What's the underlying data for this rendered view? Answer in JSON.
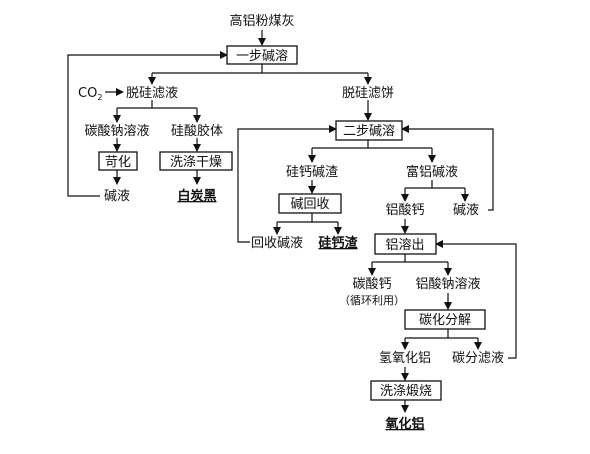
{
  "nodes": {
    "start": "高铝粉煤灰",
    "step1": "一步碱溶",
    "co2": "CO",
    "co2_sub": "2",
    "desilica_liquor": "脱硅滤液",
    "desilica_cake": "脱硅滤饼",
    "sodium_carbonate_solution": "碳酸钠溶液",
    "silicic_gel": "硅酸胶体",
    "causticize": "苛化",
    "wash_dry": "洗涤干燥",
    "alkali_liquor_1": "碱液",
    "white_carbon_black": "白炭黑",
    "step2": "二步碱溶",
    "ca_silicate_residue": "硅钙碱渣",
    "al_rich_liquor": "富铝碱液",
    "alkali_recovery": "碱回收",
    "calcium_aluminate": "铝酸钙",
    "alkali_liquor_2": "碱液",
    "recovered_alkali": "回收碱液",
    "silica_ca_residue": "硅钙渣",
    "al_dissolve": "铝溶出",
    "calcium_carbonate": "碳酸钙",
    "recycle_note": "（循环利用）",
    "sodium_aluminate": "铝酸钠溶液",
    "carbonation": "碳化分解",
    "al_hydroxide": "氢氧化铝",
    "carbon_filtrate": "碳分滤液",
    "wash_calcine": "洗涤煅烧",
    "alumina": "氧化铝"
  }
}
